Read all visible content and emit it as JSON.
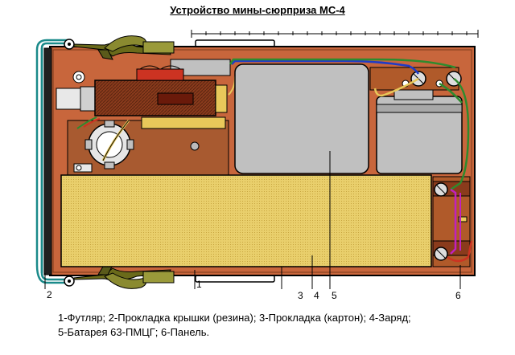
{
  "title": "Устройство  мины-сюрприза  МС-4",
  "callouts": {
    "c1": "1",
    "c2": "2",
    "c3": "3",
    "c4": "4",
    "c5": "5",
    "c6": "6"
  },
  "legend": {
    "line1": "1-Футляр;  2-Прокладка крышки (резина);  3-Прокладка (картон);  4-Заряд;",
    "line2": "5-Батарея  63-ПМЦГ;  6-Панель."
  },
  "colors": {
    "case_brown": "#c8663c",
    "charge_yellow": "#e8c85a",
    "battery_gray": "#c0c0c0",
    "wire_green": "#2e8b2e",
    "wire_blue": "#1e3cc8",
    "wire_teal": "#1a8a8a"
  }
}
